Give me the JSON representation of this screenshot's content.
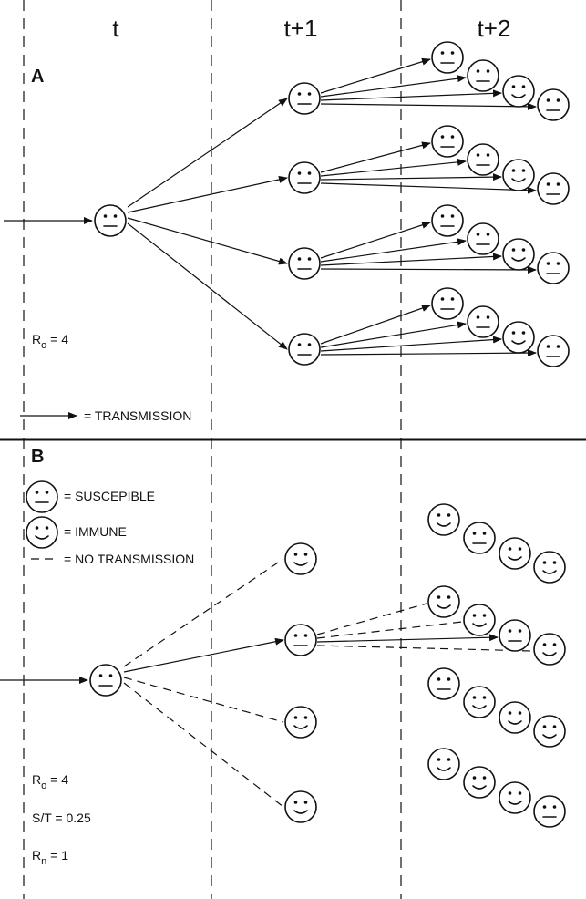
{
  "columns": [
    "t",
    "t+1",
    "t+2"
  ],
  "panel_a": {
    "label": "A",
    "r0_symbol": "R",
    "r0_sub": "o",
    "r0_value": " = 4",
    "legend_transmission": "= TRANSMISSION"
  },
  "panel_b": {
    "label": "B",
    "legend_susceptible": "= SUSCEPIBLE",
    "legend_immune": "= IMMUNE",
    "legend_no_transmission": "= NO TRANSMISSION",
    "r0_symbol": "R",
    "r0_sub": "o",
    "r0_value": " = 4",
    "st_label": "S/T = 0.25",
    "rn_symbol": "R",
    "rn_sub": "n",
    "rn_value": " = 1"
  },
  "face_types": {
    "susceptible": "flat-mouth-face-icon",
    "immune": "smiling-face-icon"
  }
}
